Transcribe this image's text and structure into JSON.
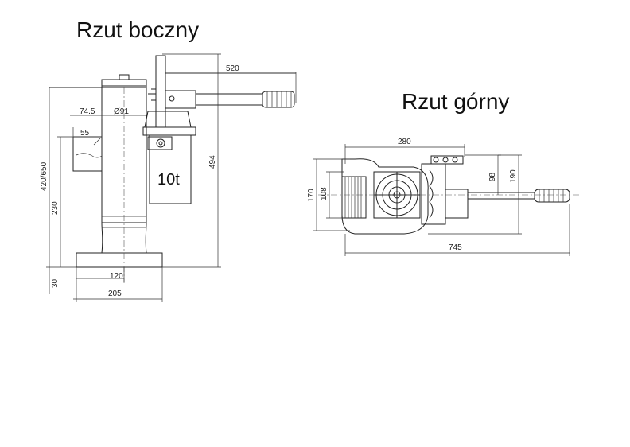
{
  "titles": {
    "side": "Rzut boczny",
    "top": "Rzut górny"
  },
  "side_view": {
    "capacity": "10t",
    "dims": {
      "width_520": "520",
      "d_74_5": "74.5",
      "diameter": "Ø91",
      "d_55": "55",
      "height_range": "420/650",
      "h_230": "230",
      "h_494": "494",
      "h_30": "30",
      "w_120": "120",
      "w_205": "205"
    }
  },
  "top_view": {
    "dims": {
      "w_280": "280",
      "h_170": "170",
      "h_108": "108",
      "h_98": "98",
      "h_190": "190",
      "w_745": "745"
    }
  }
}
